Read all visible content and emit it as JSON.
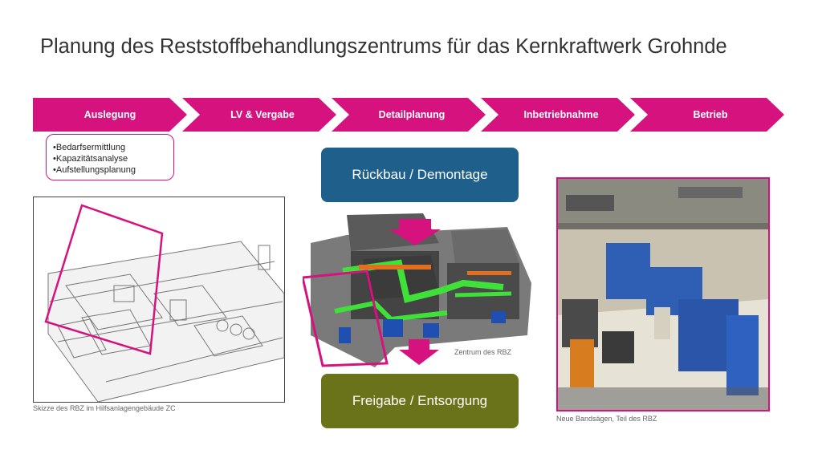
{
  "title": "Planung des Reststoffbehandlungszentrums für das Kernkraftwerk Grohnde",
  "phases": [
    "Auslegung",
    "LV & Vergabe",
    "Detailplanung",
    "Inbetriebnahme",
    "Betrieb"
  ],
  "auslegung_items": [
    "Bedarfsermittlung",
    "Kapazitätsanalyse",
    "Aufstellungsplanung"
  ],
  "boxes": {
    "top": "Rückbau / Demontage",
    "bottom": "Freigabe / Entsorgung"
  },
  "captions": {
    "sketch": "Skizze des RBZ im Hilfsanlagengebäude ZC",
    "center": "Zentrum des RBZ",
    "photo": "Neue Bandsägen, Teil des RBZ"
  },
  "colors": {
    "accent": "#d6127f",
    "blue_box": "#1e5f8c",
    "green_box": "#6b731a",
    "title_text": "#333333"
  }
}
